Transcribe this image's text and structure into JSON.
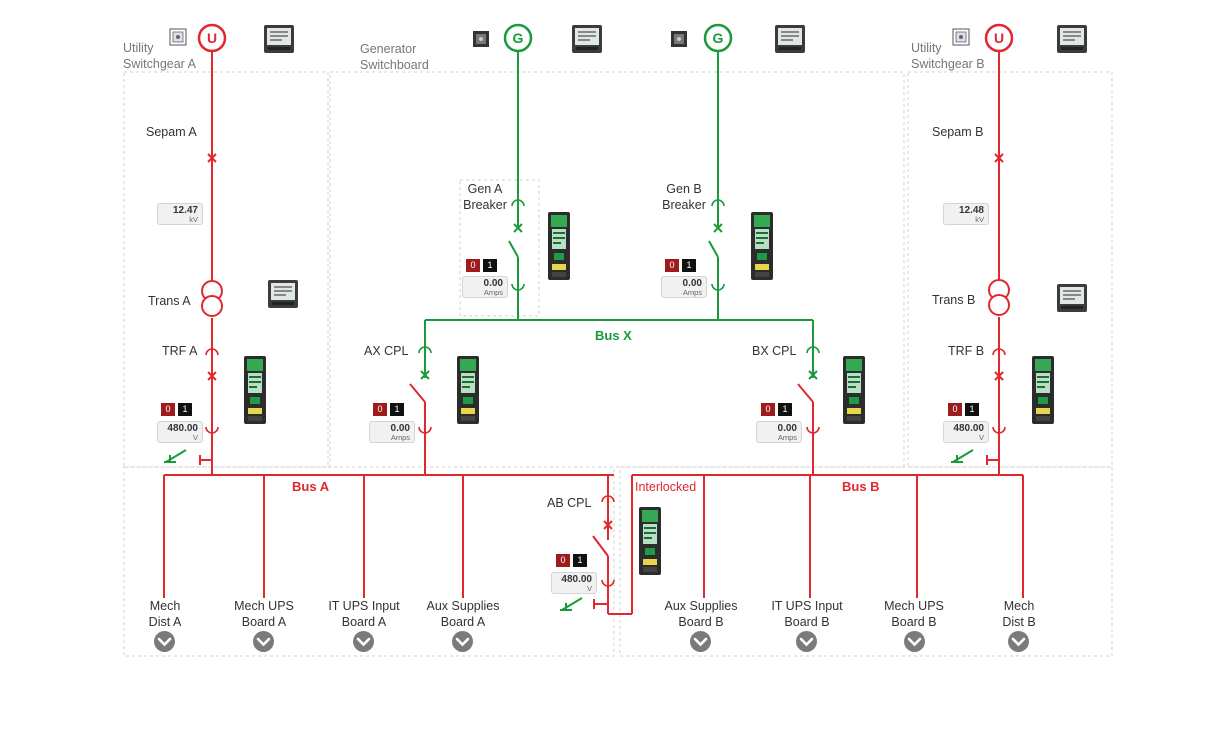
{
  "sections": {
    "utility_a": "Utility\nSwitchgear A",
    "generator": "Generator\nSwitchboard",
    "utility_b": "Utility\nSwitchgear B"
  },
  "sources": {
    "u_a": "U",
    "g_a": "G",
    "g_b": "G",
    "u_b": "U"
  },
  "labels": {
    "sepam_a": "Sepam A",
    "sepam_b": "Sepam B",
    "trans_a": "Trans A",
    "trans_b": "Trans B",
    "trf_a": "TRF A",
    "trf_b": "TRF B",
    "gen_a_breaker": "Gen A\nBreaker",
    "gen_b_breaker": "Gen B\nBreaker",
    "ax_cpl": "AX CPL",
    "bx_cpl": "BX CPL",
    "ab_cpl": "AB CPL",
    "interlocked": "Interlocked"
  },
  "buses": {
    "bus_a": "Bus A",
    "bus_b": "Bus B",
    "bus_x": "Bus X"
  },
  "readouts": {
    "kv_a": {
      "value": "12.47",
      "unit": "kV"
    },
    "kv_b": {
      "value": "12.48",
      "unit": "kV"
    },
    "gen_a": {
      "value": "0.00",
      "unit": "Amps"
    },
    "gen_b": {
      "value": "0.00",
      "unit": "Amps"
    },
    "trf_a": {
      "value": "480.00",
      "unit": "V"
    },
    "trf_b": {
      "value": "480.00",
      "unit": "V"
    },
    "ax": {
      "value": "0.00",
      "unit": "Amps"
    },
    "bx": {
      "value": "0.00",
      "unit": "Amps"
    },
    "ab": {
      "value": "480.00",
      "unit": "V"
    }
  },
  "state_indicators": {
    "off": "0",
    "on": "1"
  },
  "feeders": [
    {
      "label": "Mech\nDist A"
    },
    {
      "label": "Mech UPS\nBoard A"
    },
    {
      "label": "IT UPS Input\nBoard A"
    },
    {
      "label": "Aux Supplies\nBoard A"
    },
    {
      "label": "Aux Supplies\nBoard B"
    },
    {
      "label": "IT UPS Input\nBoard B"
    },
    {
      "label": "Mech UPS\nBoard B"
    },
    {
      "label": "Mech\nDist B"
    }
  ],
  "colors": {
    "energized": "#e0282e",
    "generator": "#1a9a3a",
    "panel_border": "#d0d0d0",
    "chevron": "#7b7b7b"
  },
  "icons": {
    "breaker_closed": "x-cross-icon",
    "breaker_open": "open-switch-icon",
    "transformer": "transformer-icon",
    "ground": "ground-switch-icon",
    "meter": "power-meter-icon",
    "relay": "protection-relay-icon",
    "trip_unit": "trip-unit-icon",
    "expand": "chevron-down-icon"
  }
}
